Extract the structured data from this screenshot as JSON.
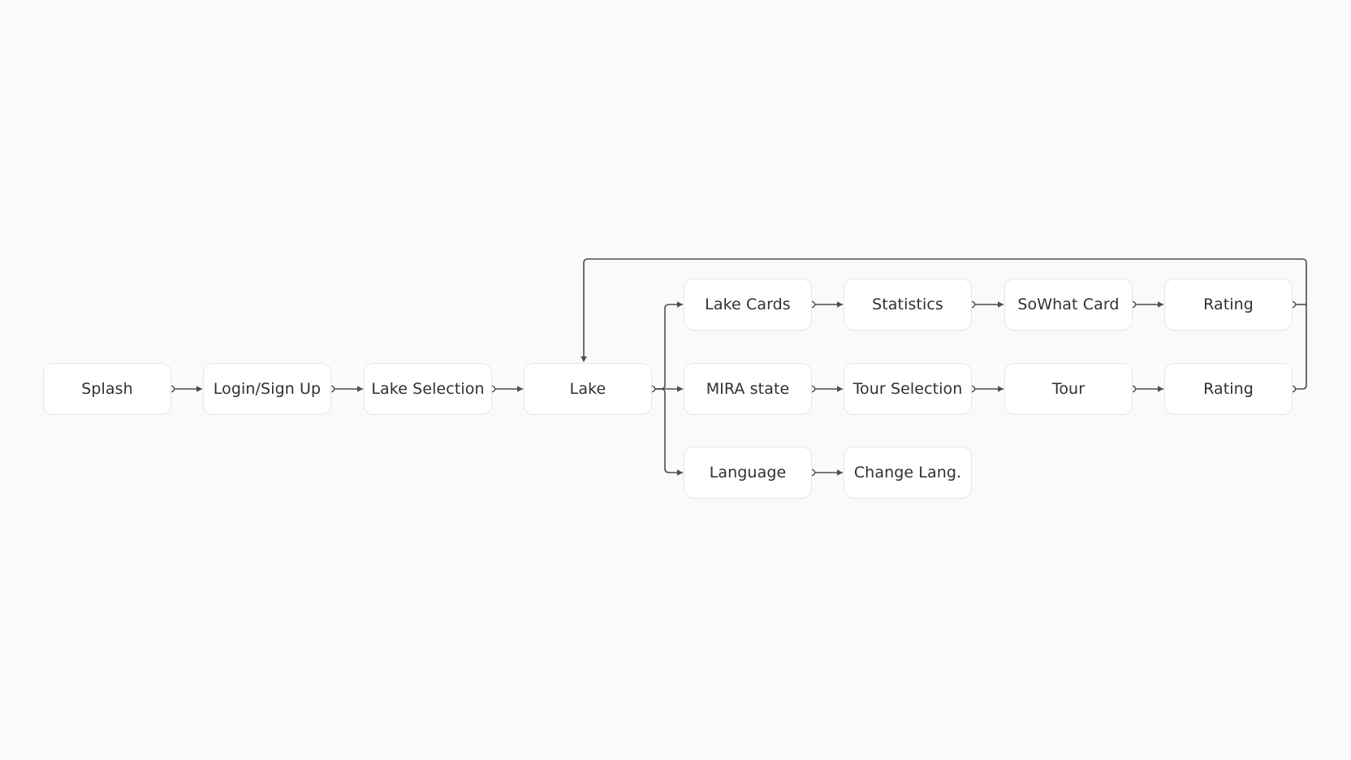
{
  "diagram": {
    "nodes": [
      {
        "id": "splash",
        "label": "Splash"
      },
      {
        "id": "login",
        "label": "Login/Sign Up"
      },
      {
        "id": "lake_selection",
        "label": "Lake Selection"
      },
      {
        "id": "lake",
        "label": "Lake"
      },
      {
        "id": "lake_cards",
        "label": "Lake Cards"
      },
      {
        "id": "statistics",
        "label": "Statistics"
      },
      {
        "id": "sowhat_card",
        "label": "SoWhat Card"
      },
      {
        "id": "rating_1",
        "label": "Rating"
      },
      {
        "id": "mira_state",
        "label": "MIRA state"
      },
      {
        "id": "tour_selection",
        "label": "Tour Selection"
      },
      {
        "id": "tour",
        "label": "Tour"
      },
      {
        "id": "rating_2",
        "label": "Rating"
      },
      {
        "id": "language",
        "label": "Language"
      },
      {
        "id": "change_lang",
        "label": "Change Lang."
      }
    ],
    "edges": [
      {
        "from": "splash",
        "to": "login"
      },
      {
        "from": "login",
        "to": "lake_selection"
      },
      {
        "from": "lake_selection",
        "to": "lake"
      },
      {
        "from": "lake",
        "to": "lake_cards"
      },
      {
        "from": "lake",
        "to": "mira_state"
      },
      {
        "from": "lake",
        "to": "language"
      },
      {
        "from": "lake_cards",
        "to": "statistics"
      },
      {
        "from": "statistics",
        "to": "sowhat_card"
      },
      {
        "from": "sowhat_card",
        "to": "rating_1"
      },
      {
        "from": "mira_state",
        "to": "tour_selection"
      },
      {
        "from": "tour_selection",
        "to": "tour"
      },
      {
        "from": "tour",
        "to": "rating_2"
      },
      {
        "from": "language",
        "to": "change_lang"
      },
      {
        "from": "rating_1",
        "to": "lake"
      },
      {
        "from": "rating_2",
        "to": "lake"
      }
    ],
    "colors": {
      "background": "#fafafa",
      "node_fill": "#ffffff",
      "node_border": "#e6e6e6",
      "text": "#2f2f37",
      "edge": "#4b4b55"
    }
  }
}
